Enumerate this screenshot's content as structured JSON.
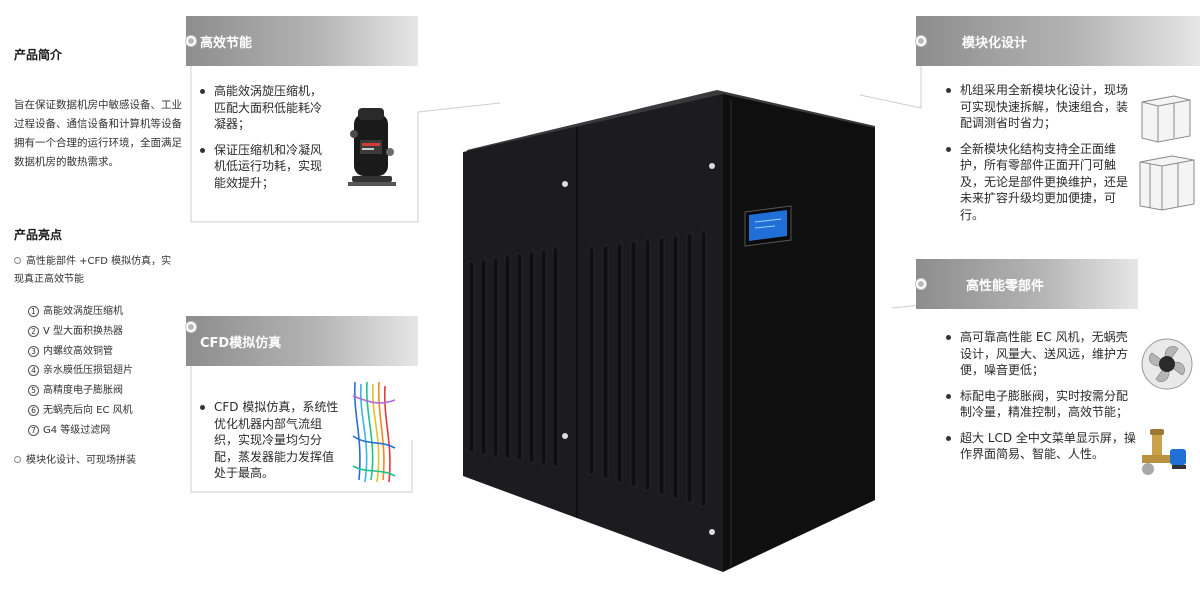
{
  "left": {
    "intro_title": "产品简介",
    "intro_text": "旨在保证数据机房中敏感设备、工业过程设备、通信设备和计算机等设备拥有一个合理的运行环境，全面满足数据机房的散热需求。",
    "highlights_title": "产品亮点",
    "highlight_1": "高性能部件 +CFD 模拟仿真，实现真正高效节能",
    "components": [
      {
        "num": "1",
        "text": "高能效涡旋压缩机"
      },
      {
        "num": "2",
        "text": "V 型大面积换热器"
      },
      {
        "num": "3",
        "text": "内螺纹高效铜管"
      },
      {
        "num": "4",
        "text": "亲水膜低压损铝翅片"
      },
      {
        "num": "5",
        "text": "高精度电子膨胀阀"
      },
      {
        "num": "6",
        "text": "无蜗壳后向 EC 风机"
      },
      {
        "num": "7",
        "text": "G4 等级过滤网"
      }
    ],
    "highlight_2": "模块化设计、可现场拼装"
  },
  "callouts": {
    "efficiency": {
      "title": "高效节能",
      "items": [
        "高能效涡旋压缩机，匹配大面积低能耗冷凝器；",
        "保证压缩机和冷凝风机低运行功耗，实现能效提升；"
      ]
    },
    "cfd": {
      "title": "CFD模拟仿真",
      "items": [
        "CFD 模拟仿真，系统性优化机器内部气流组织，实现冷量均匀分配，蒸发器能力发挥值处于最高。"
      ]
    },
    "modular": {
      "title": "模块化设计",
      "items": [
        "机组采用全新模块化设计，现场可实现快速拆解，快速组合，装配调测省时省力；",
        "全新模块化结构支持全正面维护，所有零部件正面开门可触及，无论是部件更换维护，还是未来扩容升级均更加便捷，可行。"
      ]
    },
    "components": {
      "title": "高性能零部件",
      "items": [
        "高可靠高性能 EC 风机，无蜗壳设计，风量大、送风远，维护方便，噪音更低；",
        "标配电子膨胀阀，实时按需分配制冷量，精准控制，高效节能；",
        "超大 LCD 全中文菜单显示屏，操作界面简易、智能、人性。"
      ]
    }
  },
  "colors": {
    "cabinet": "#1c1c1e",
    "bar_dark": "#8d8d8d",
    "bar_light": "#e6e6e6",
    "line": "#cfcfcf",
    "screen": "#1f6fd6"
  }
}
